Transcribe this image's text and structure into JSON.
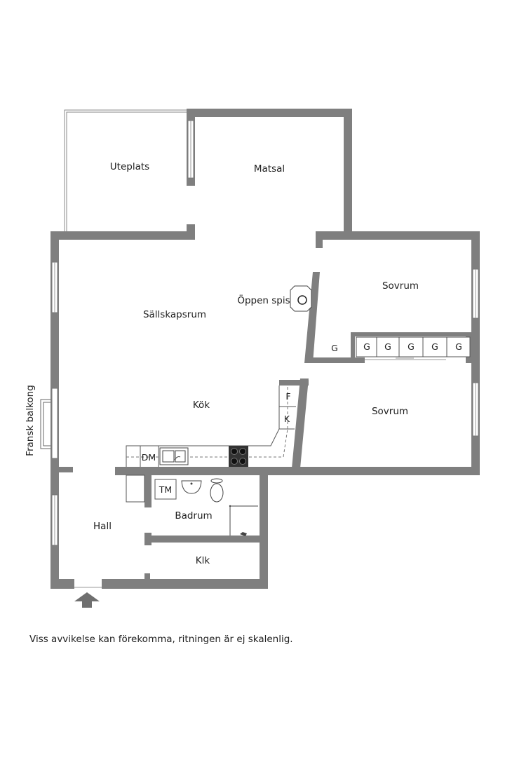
{
  "rooms": {
    "uteplats": "Uteplats",
    "matsal": "Matsal",
    "sallskapsrum": "Sällskapsrum",
    "oppen_spis": "Öppen spis",
    "sovrum_upper": "Sovrum",
    "sovrum_lower": "Sovrum",
    "kok": "Kök",
    "hall": "Hall",
    "badrum": "Badrum",
    "klk": "Klk",
    "fransk_balkong": "Fransk balkong"
  },
  "fixtures": {
    "wardrobe": "G",
    "wardrobe_row": [
      "G",
      "G",
      "G",
      "G",
      "G"
    ],
    "fridge": "F",
    "freezer": "K",
    "dishwasher": "DM",
    "washer": "TM"
  },
  "entrance_icon": "entrance-arrow-icon",
  "disclaimer": "Viss avvikelse kan förekomma, ritningen är ej skalenlig."
}
